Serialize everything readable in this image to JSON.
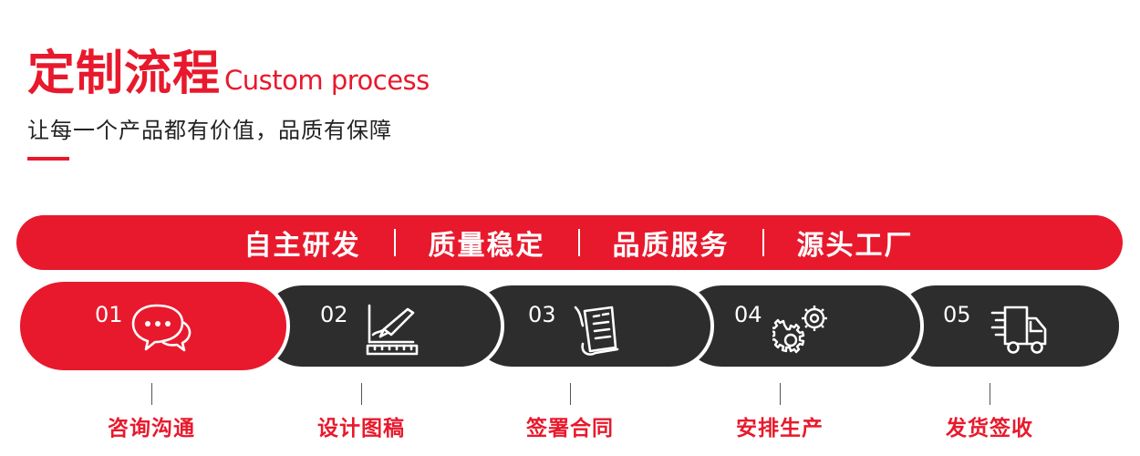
{
  "header": {
    "title_cn": "定制流程",
    "title_en": "Custom process",
    "subtitle": "让每一个产品都有价值，品质有保障"
  },
  "banner": {
    "items": [
      "自主研发",
      "质量稳定",
      "品质服务",
      "源头工厂"
    ]
  },
  "steps": [
    {
      "num": "01",
      "label": "咨询沟通",
      "icon": "chat-bubbles-icon"
    },
    {
      "num": "02",
      "label": "设计图稿",
      "icon": "design-ruler-pen-icon"
    },
    {
      "num": "03",
      "label": "签署合同",
      "icon": "contract-document-icon"
    },
    {
      "num": "04",
      "label": "安排生产",
      "icon": "gears-icon"
    },
    {
      "num": "05",
      "label": "发货签收",
      "icon": "delivery-truck-icon"
    }
  ],
  "colors": {
    "accent": "#e8192c",
    "dark": "#2d2d2d",
    "text": "#222222"
  }
}
